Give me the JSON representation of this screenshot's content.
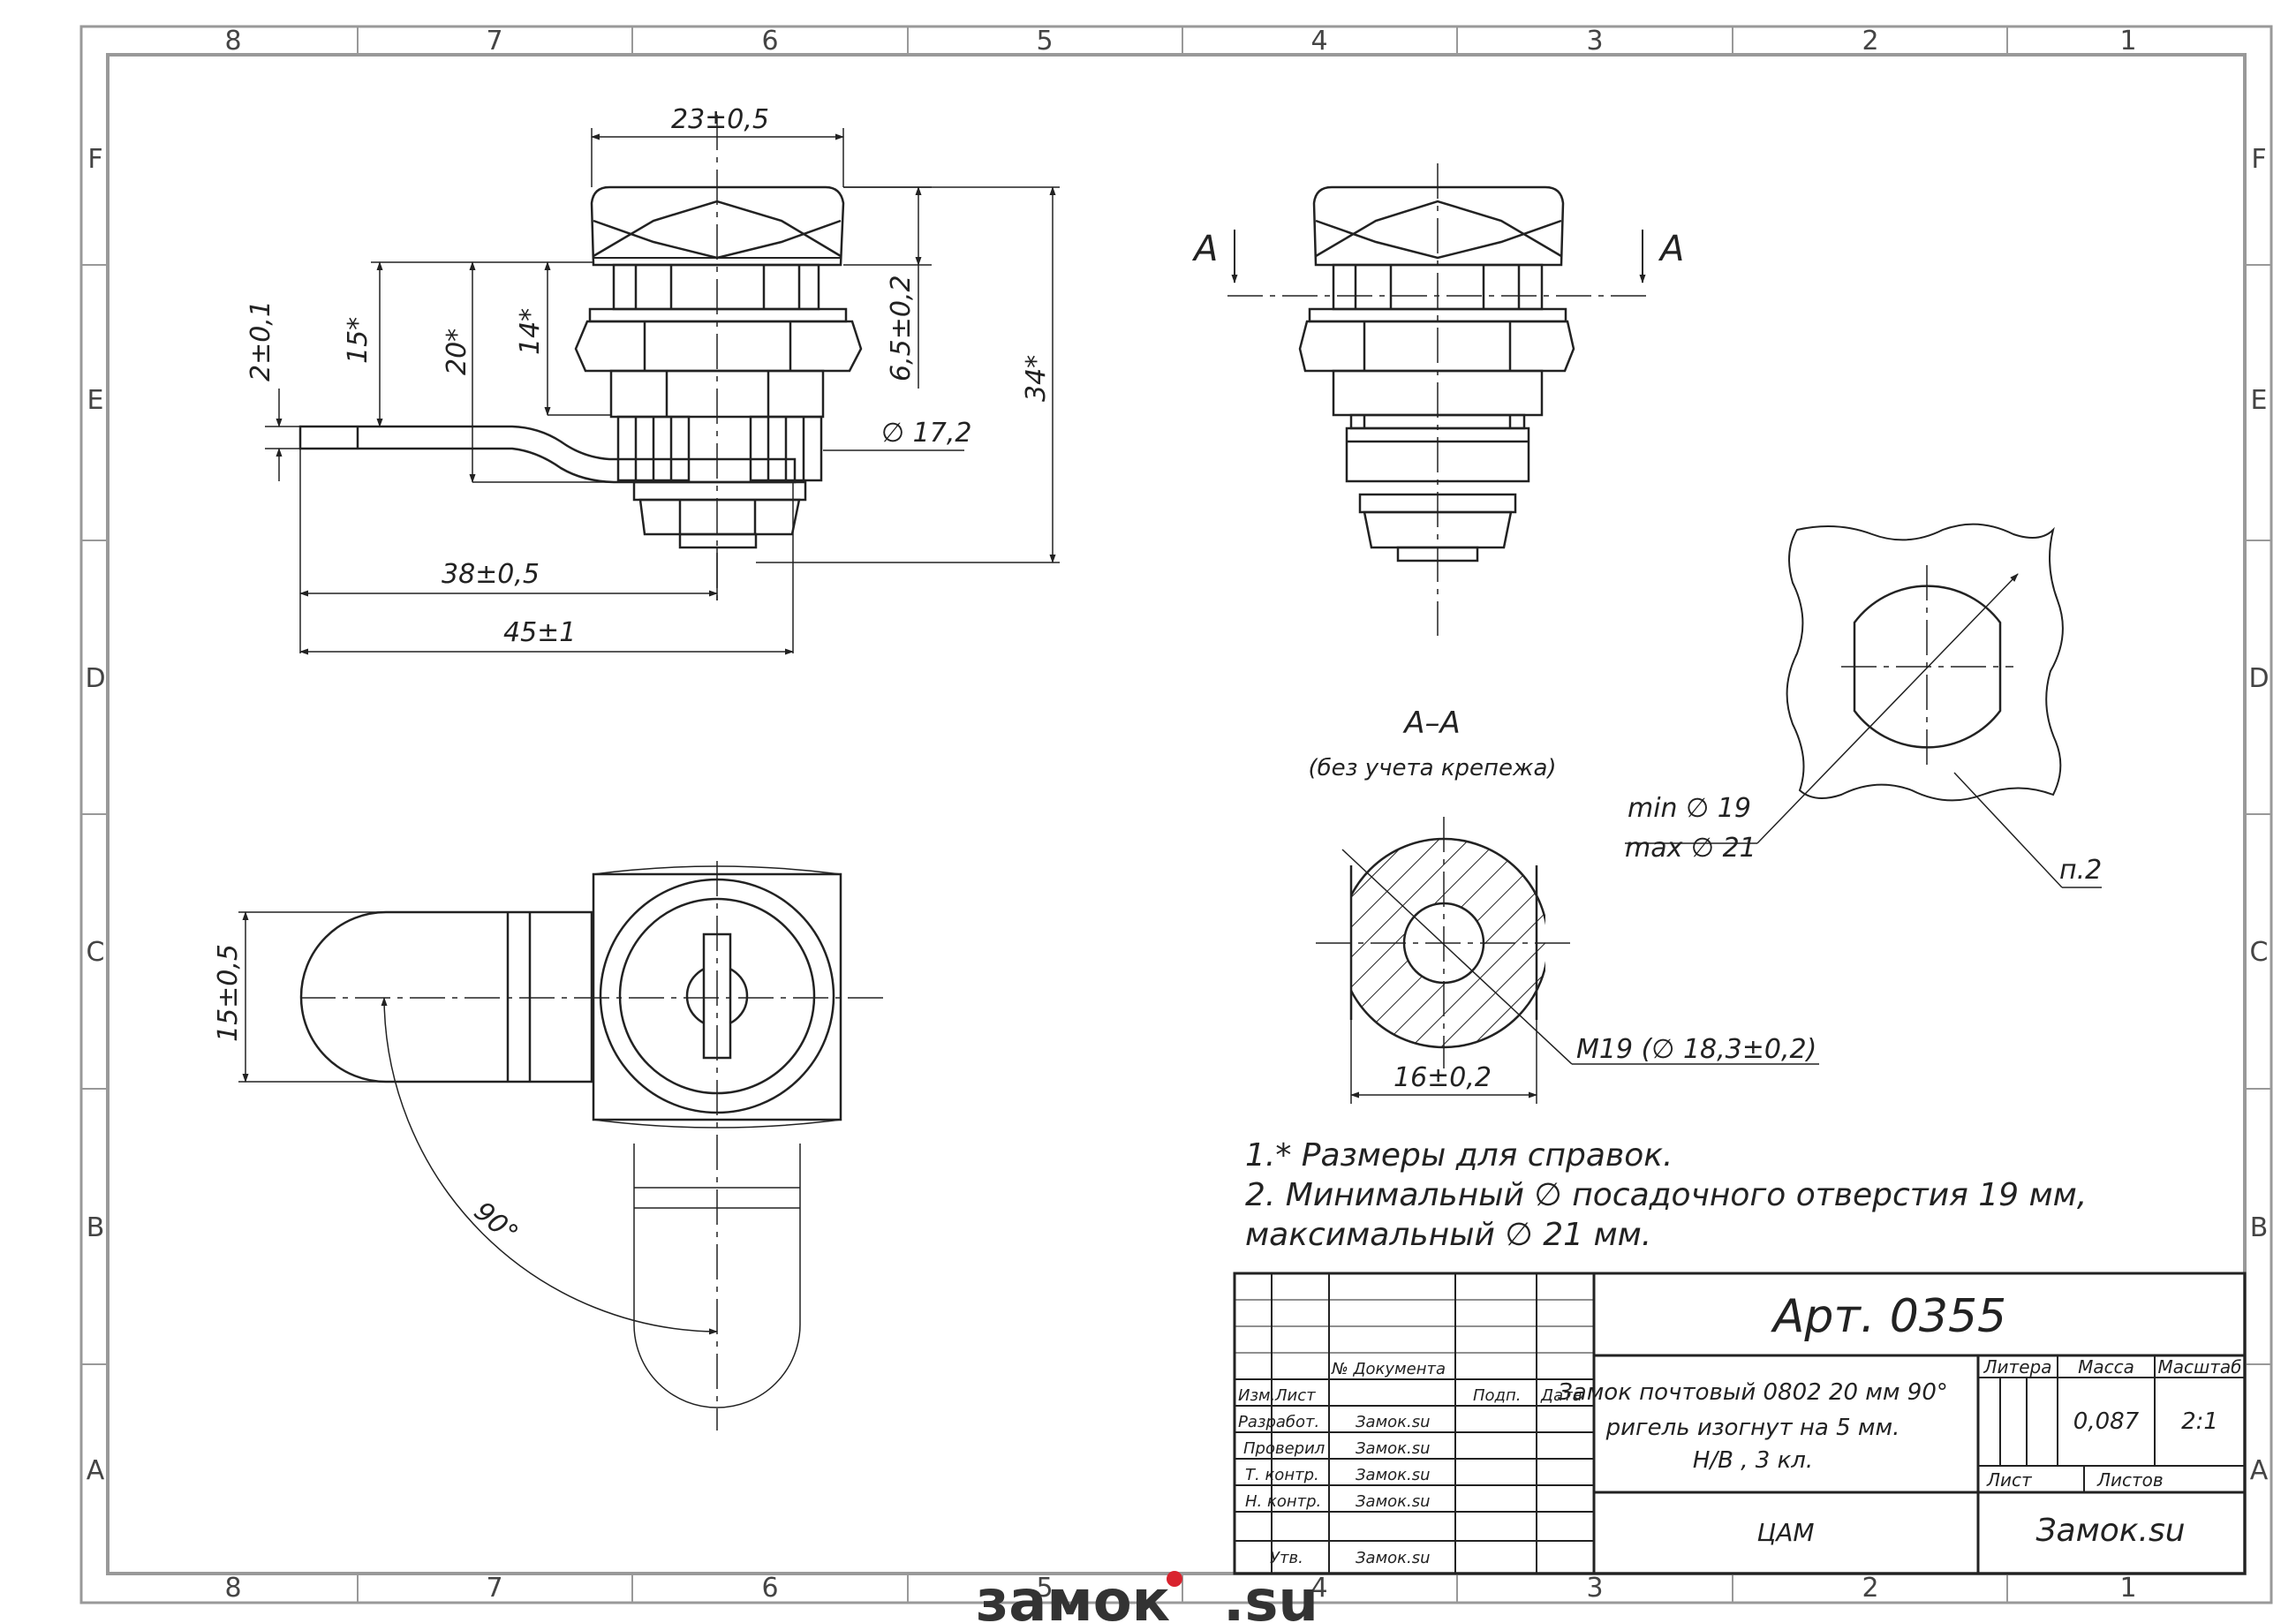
{
  "grid": {
    "columns": [
      "8",
      "7",
      "6",
      "5",
      "4",
      "3",
      "2",
      "1"
    ],
    "rows": [
      "F",
      "E",
      "D",
      "C",
      "B",
      "A"
    ]
  },
  "dimensions": {
    "width_top": "23±0,5",
    "dim_2": "2±0,1",
    "dim_15": "15*",
    "dim_20": "20*",
    "dim_14": "14*",
    "dim_65": "6,5±0,2",
    "dim_34": "34*",
    "dia_172": "∅ 17,2",
    "dim_38": "38±0,5",
    "dim_45": "45±1",
    "dim_15b": "15±0,5",
    "angle_90": "90°",
    "dim_16": "16±0,2",
    "thread": "M19 (∅ 18,3±0,2)",
    "min_dia": "min ∅ 19",
    "max_dia": "max ∅ 21",
    "item_ref": "п.2"
  },
  "section": {
    "marker": "A",
    "title": "A–A",
    "subtitle": "(без учета крепежа)"
  },
  "notes": [
    "1.* Размеры для справок.",
    "2. Минимальный ∅ посадочного отверстия 19 мм,",
    "максимальный ∅ 21 мм."
  ],
  "title_block": {
    "article": "Арт. 0355",
    "description": [
      "Замок почтовый 0802 20 мм 90°",
      "ригель изогнут на 5 мм.",
      "Н/В , 3 кл."
    ],
    "litera_label": "Литера",
    "mass_label": "Масса",
    "scale_label": "Масштаб",
    "mass": "0,087",
    "scale": "2:1",
    "sheet_label": "Лист",
    "sheets_label": "Листов",
    "org": "ЦАМ",
    "company": "Замок.su",
    "doc_label": "№ Документа",
    "izm_label": "Изм.",
    "list_label": "Лист",
    "sign_label": "Подп.",
    "date_label": "Дата",
    "roles": [
      "Разработ.",
      "Проверил",
      "Т. контр.",
      "Н. контр.",
      "Утв."
    ],
    "role_names": [
      "Замок.su",
      "Замок.su",
      "Замок.su",
      "Замок.su",
      "Замок.su"
    ]
  },
  "logo": {
    "part1": "замок",
    "part2": ".su",
    "accent": "#d9232e"
  }
}
